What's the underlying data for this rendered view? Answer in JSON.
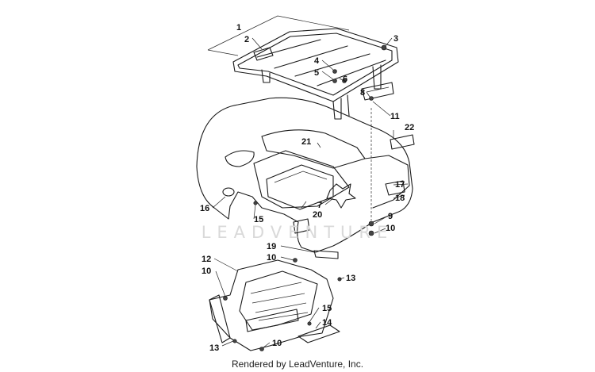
{
  "watermark": "LEADVENTURE",
  "footer": {
    "credit": "Rendered by LeadVenture, Inc."
  },
  "callouts": [
    {
      "id": "c1",
      "text": "1"
    },
    {
      "id": "c2",
      "text": "2"
    },
    {
      "id": "c3",
      "text": "3"
    },
    {
      "id": "c4",
      "text": "4"
    },
    {
      "id": "c5",
      "text": "5"
    },
    {
      "id": "c6",
      "text": "6"
    },
    {
      "id": "c7",
      "text": "7"
    },
    {
      "id": "c8",
      "text": "8"
    },
    {
      "id": "c9",
      "text": "9"
    },
    {
      "id": "c10a",
      "text": "10"
    },
    {
      "id": "c10b",
      "text": "10"
    },
    {
      "id": "c10c",
      "text": "10"
    },
    {
      "id": "c10d",
      "text": "10"
    },
    {
      "id": "c11",
      "text": "11"
    },
    {
      "id": "c12",
      "text": "12"
    },
    {
      "id": "c13a",
      "text": "13"
    },
    {
      "id": "c13b",
      "text": "13"
    },
    {
      "id": "c14",
      "text": "14"
    },
    {
      "id": "c15a",
      "text": "15"
    },
    {
      "id": "c15b",
      "text": "15"
    },
    {
      "id": "c16",
      "text": "16"
    },
    {
      "id": "c17",
      "text": "17"
    },
    {
      "id": "c18",
      "text": "18"
    },
    {
      "id": "c19",
      "text": "19"
    },
    {
      "id": "c20",
      "text": "20"
    },
    {
      "id": "c21",
      "text": "21"
    },
    {
      "id": "c22",
      "text": "22"
    }
  ]
}
